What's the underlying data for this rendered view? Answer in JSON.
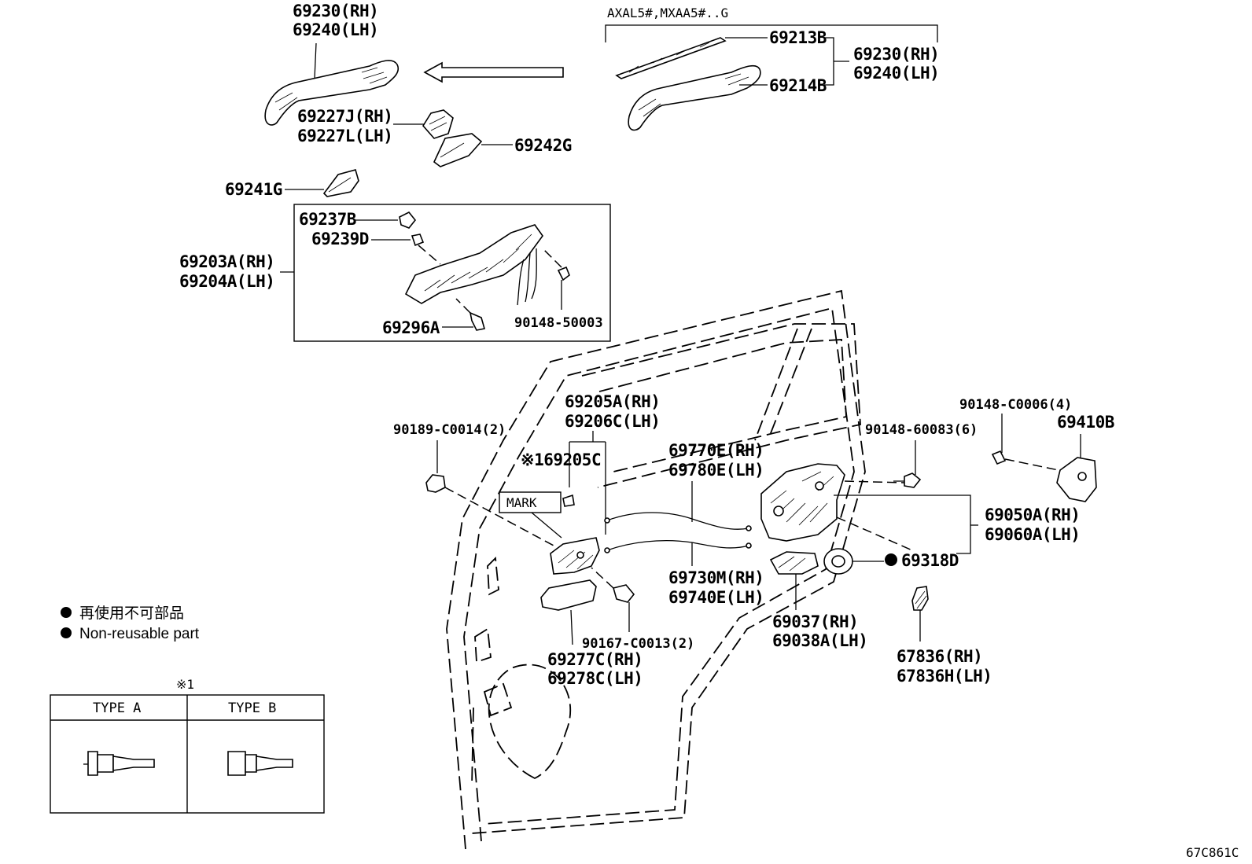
{
  "labels": {
    "handle_top_rh": "69230(RH)",
    "handle_top_lh": "69240(LH)",
    "model_code": "AXAL5#,MXAA5#..G",
    "p69213b": "69213B",
    "p69214b": "69214B",
    "handle_right_rh": "69230(RH)",
    "handle_right_lh": "69240(LH)",
    "p69227j": "69227J(RH)",
    "p69227l": "69227L(LH)",
    "p69242g": "69242G",
    "p69241g": "69241G",
    "p69237b": "69237B",
    "p69239d": "69239D",
    "frame_rh": "69203A(RH)",
    "frame_lh": "69204A(LH)",
    "p69296a": "69296A",
    "screw_90148_50003": "90148-50003",
    "p69205a": "69205A(RH)",
    "p69206c": "69206C(LH)",
    "p69205c": "※169205C",
    "mark": "MARK",
    "clip_90189": "90189-C0014(2)",
    "p69770e": "69770E(RH)",
    "p69780e": "69780E(LH)",
    "p69730m": "69730M(RH)",
    "p69740e": "69740E(LH)",
    "screw_90167": "90167-C0013(2)",
    "p69277c": "69277C(RH)",
    "p69278c": "69278C(LH)",
    "screw_90148_60083": "90148-60083(6)",
    "screw_90148_c0006": "90148-C0006(4)",
    "p69410b": "69410B",
    "lock_rh": "69050A(RH)",
    "lock_lh": "69060A(LH)",
    "p69318d": "69318D",
    "p69037": "69037(RH)",
    "p69038a": "69038A(LH)",
    "p67836": "67836(RH)",
    "p67836h": "67836H(LH)",
    "footer_code": "67C861C"
  },
  "legend": {
    "japanese": "再使用不可部品",
    "english": "Non-reusable part"
  },
  "type_table": {
    "note_mark": "※1",
    "col_a": "TYPE A",
    "col_b": "TYPE B"
  }
}
